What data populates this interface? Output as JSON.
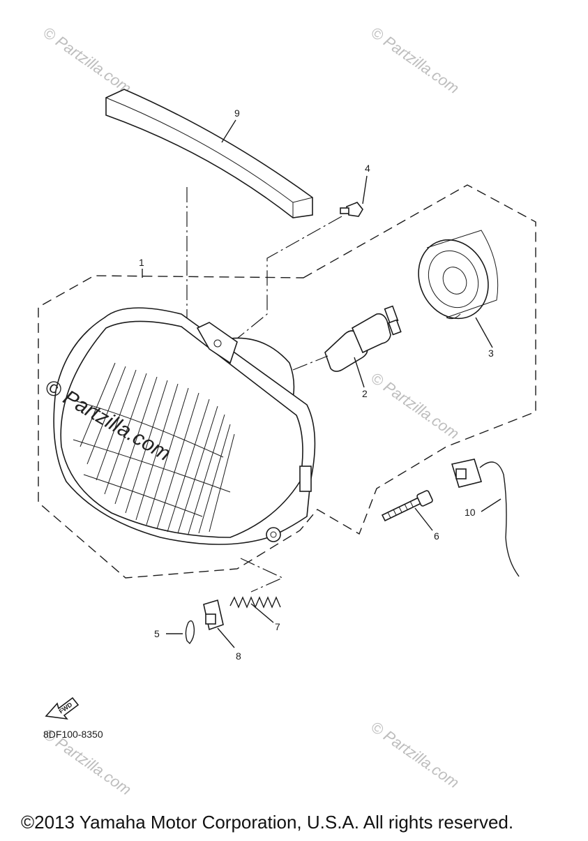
{
  "callouts": [
    "9",
    "4",
    "1",
    "3",
    "2",
    "10",
    "6",
    "7",
    "5",
    "8"
  ],
  "fwd_label": "FWD",
  "diagram_code": "8DF100-8350",
  "watermark": "© Partzilla.com",
  "copyright": "©2013 Yamaha Motor Corporation, U.S.A. All rights reserved."
}
